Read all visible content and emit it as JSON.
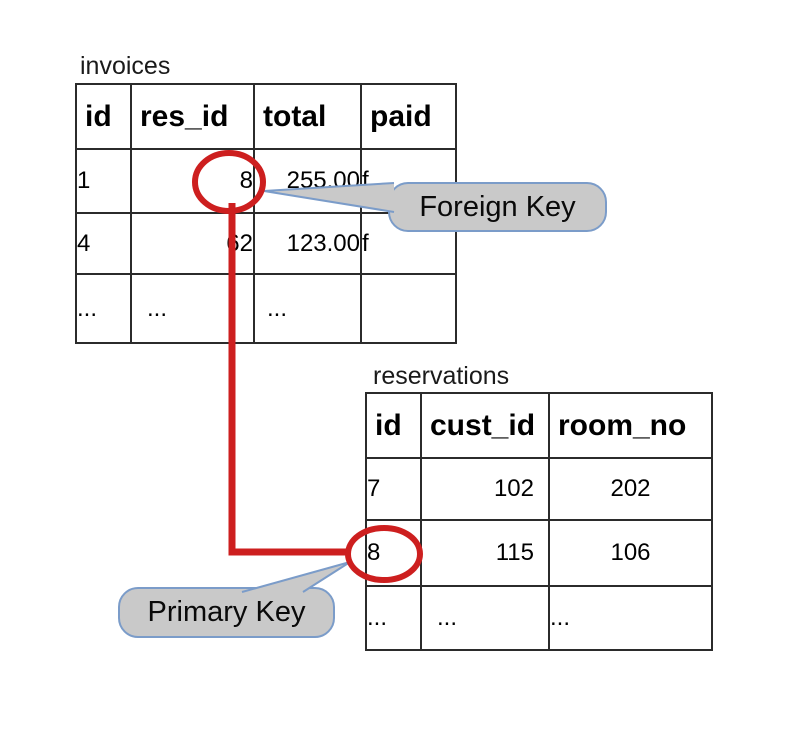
{
  "diagram": {
    "invoices": {
      "title": "invoices",
      "columns": [
        "id",
        "res_id",
        "total",
        "paid"
      ],
      "rows": [
        [
          "1",
          "8",
          "255.00",
          "f"
        ],
        [
          "4",
          "62",
          "123.00",
          "f"
        ],
        [
          "...",
          "...",
          "...",
          ""
        ]
      ]
    },
    "reservations": {
      "title": "reservations",
      "columns": [
        "id",
        "cust_id",
        "room_no"
      ],
      "rows": [
        [
          "7",
          "102",
          "202"
        ],
        [
          "8",
          "115",
          "106"
        ],
        [
          "...",
          "...",
          "..."
        ]
      ]
    },
    "callouts": {
      "foreign_key": "Foreign Key",
      "primary_key": "Primary Key"
    },
    "relationship": {
      "foreign_key_value": "8",
      "primary_key_value": "8"
    },
    "colors": {
      "highlight_red": "#cd1f1f",
      "callout_fill": "#c9c9c9",
      "callout_border": "#7b9cc9",
      "table_border": "#2b2b2b"
    }
  }
}
